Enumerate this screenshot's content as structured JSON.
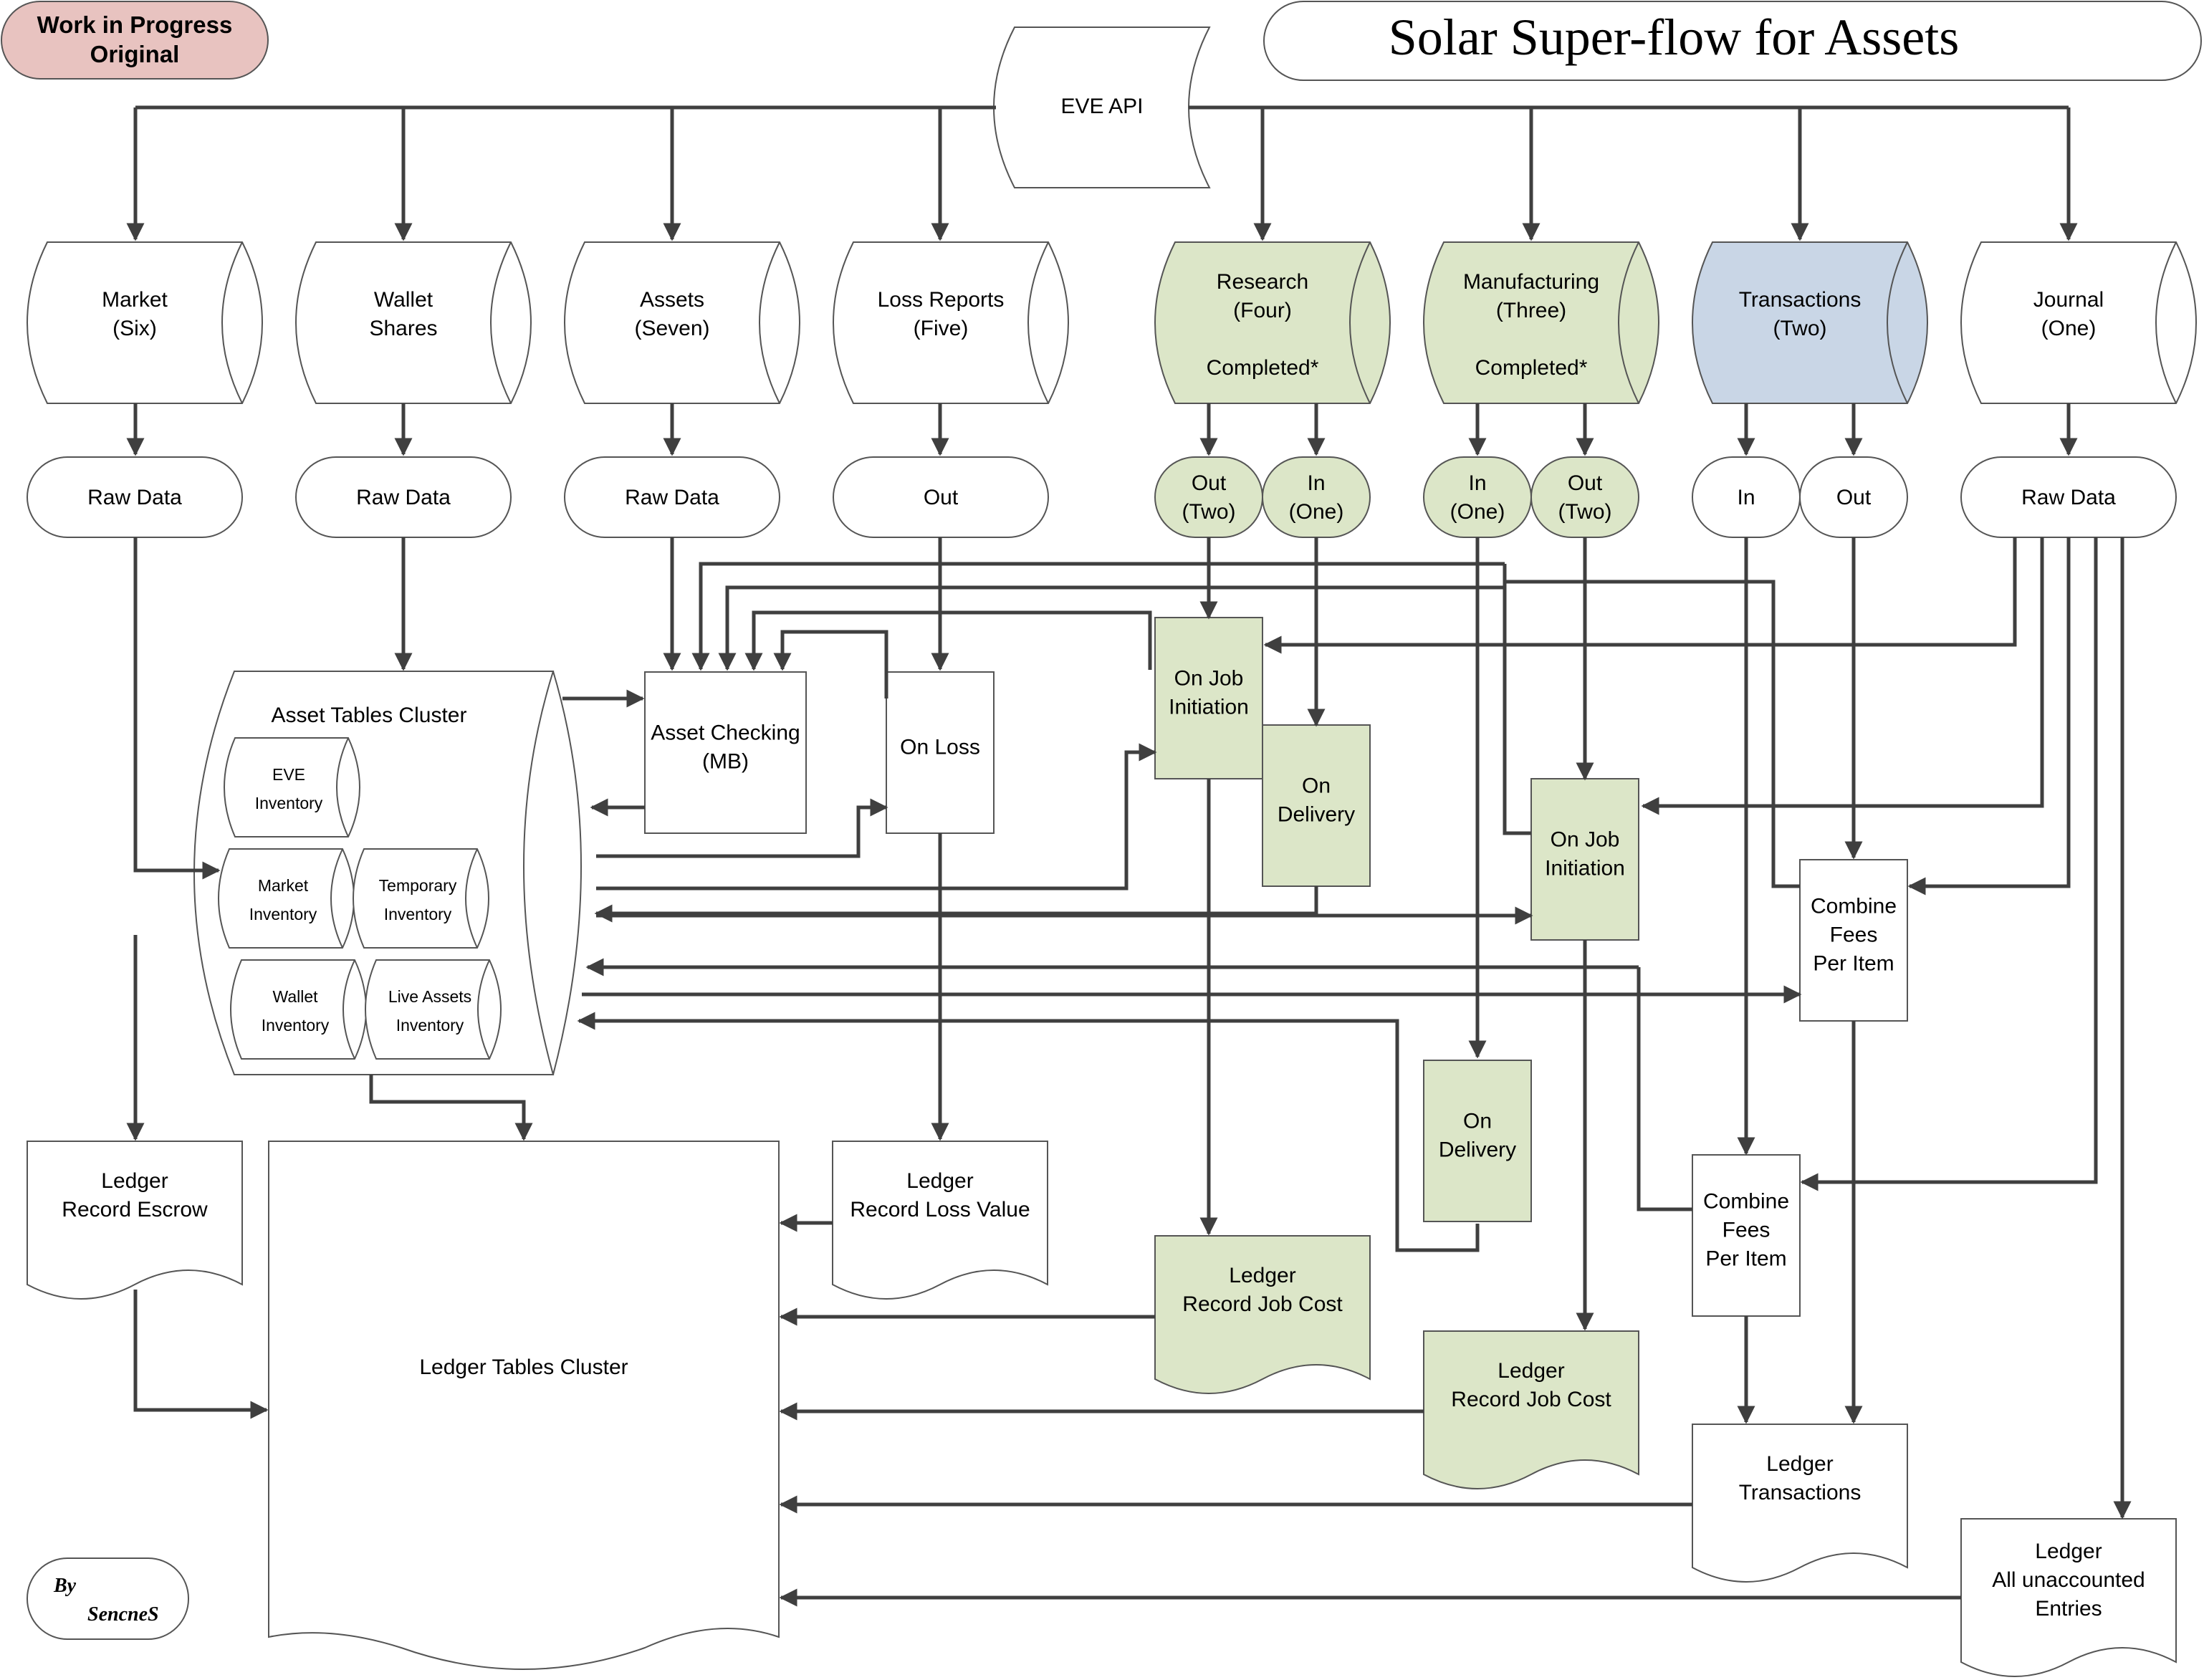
{
  "title": "Solar Super-flow for Assets",
  "status_badge": [
    "Work in Progress",
    "Original"
  ],
  "signature": {
    "by": "By",
    "name": "SencneS"
  },
  "colors": {
    "green_fill": "#dce6c8",
    "blue_fill": "#c9d6e6",
    "status_fill": "#e8c3c0",
    "line": "#3f3f3f",
    "border": "#555555"
  },
  "source": {
    "label": "EVE API"
  },
  "api_tables": [
    {
      "id": "market",
      "lines": [
        "Market",
        "(Six)"
      ],
      "fill": "white"
    },
    {
      "id": "wallet",
      "lines": [
        "Wallet",
        "Shares"
      ],
      "fill": "white"
    },
    {
      "id": "assets",
      "lines": [
        "Assets",
        "(Seven)"
      ],
      "fill": "white"
    },
    {
      "id": "loss",
      "lines": [
        "Loss Reports",
        "(Five)"
      ],
      "fill": "white"
    },
    {
      "id": "research",
      "lines": [
        "Research",
        "(Four)",
        "",
        "Completed*"
      ],
      "fill": "green"
    },
    {
      "id": "manufacturing",
      "lines": [
        "Manufacturing",
        "(Three)",
        "",
        "Completed*"
      ],
      "fill": "green"
    },
    {
      "id": "transactions",
      "lines": [
        "Transactions",
        "(Two)"
      ],
      "fill": "blue"
    },
    {
      "id": "journal",
      "lines": [
        "Journal",
        "(One)"
      ],
      "fill": "white"
    }
  ],
  "terminators": [
    {
      "id": "market-raw",
      "lines": [
        "Raw Data"
      ],
      "fill": "white"
    },
    {
      "id": "wallet-raw",
      "lines": [
        "Raw Data"
      ],
      "fill": "white"
    },
    {
      "id": "assets-raw",
      "lines": [
        "Raw Data"
      ],
      "fill": "white"
    },
    {
      "id": "loss-out",
      "lines": [
        "Out"
      ],
      "fill": "white"
    },
    {
      "id": "research-out",
      "lines": [
        "Out",
        "(Two)"
      ],
      "fill": "green"
    },
    {
      "id": "research-in",
      "lines": [
        "In",
        "(One)"
      ],
      "fill": "green"
    },
    {
      "id": "manufacturing-in",
      "lines": [
        "In",
        "(One)"
      ],
      "fill": "green"
    },
    {
      "id": "manufacturing-out",
      "lines": [
        "Out",
        "(Two)"
      ],
      "fill": "green"
    },
    {
      "id": "transactions-in",
      "lines": [
        "In"
      ],
      "fill": "white"
    },
    {
      "id": "transactions-out",
      "lines": [
        "Out"
      ],
      "fill": "white"
    },
    {
      "id": "journal-raw",
      "lines": [
        "Raw Data"
      ],
      "fill": "white"
    }
  ],
  "asset_cluster": {
    "title": "Asset Tables Cluster",
    "tables": [
      {
        "id": "eve-inventory",
        "lines": [
          "EVE",
          "Inventory"
        ]
      },
      {
        "id": "market-inventory",
        "lines": [
          "Market",
          "Inventory"
        ]
      },
      {
        "id": "temporary-inventory",
        "lines": [
          "Temporary",
          "Inventory"
        ]
      },
      {
        "id": "wallet-inventory",
        "lines": [
          "Wallet",
          "Inventory"
        ]
      },
      {
        "id": "live-assets-inventory",
        "lines": [
          "Live Assets",
          "Inventory"
        ]
      }
    ]
  },
  "processes": [
    {
      "id": "asset-checking",
      "lines": [
        "Asset Checking",
        "(MB)"
      ],
      "fill": "white"
    },
    {
      "id": "on-loss",
      "lines": [
        "On Loss"
      ],
      "fill": "white"
    },
    {
      "id": "research-on-job-initiation",
      "lines": [
        "On Job",
        "Initiation"
      ],
      "fill": "green"
    },
    {
      "id": "research-on-delivery",
      "lines": [
        "On",
        "Delivery"
      ],
      "fill": "green"
    },
    {
      "id": "manufacturing-on-job-initiation",
      "lines": [
        "On Job",
        "Initiation"
      ],
      "fill": "green"
    },
    {
      "id": "manufacturing-on-delivery",
      "lines": [
        "On",
        "Delivery"
      ],
      "fill": "green"
    },
    {
      "id": "combine-fees-out",
      "lines": [
        "Combine",
        "Fees",
        "Per Item"
      ],
      "fill": "white"
    },
    {
      "id": "combine-fees-in",
      "lines": [
        "Combine",
        "Fees",
        "Per Item"
      ],
      "fill": "white"
    }
  ],
  "ledger_cluster": {
    "label": "Ledger Tables Cluster"
  },
  "ledger_documents": [
    {
      "id": "ledger-record-escrow",
      "lines": [
        "Ledger",
        "Record Escrow"
      ],
      "fill": "white"
    },
    {
      "id": "ledger-record-loss-value",
      "lines": [
        "Ledger",
        "Record Loss Value"
      ],
      "fill": "white"
    },
    {
      "id": "ledger-research-job-cost",
      "lines": [
        "Ledger",
        "Record Job Cost"
      ],
      "fill": "green"
    },
    {
      "id": "ledger-manufacturing-job-cost",
      "lines": [
        "Ledger",
        "Record Job Cost"
      ],
      "fill": "green"
    },
    {
      "id": "ledger-transactions",
      "lines": [
        "Ledger",
        "Transactions"
      ],
      "fill": "white"
    },
    {
      "id": "ledger-unaccounted",
      "lines": [
        "Ledger",
        "All unaccounted",
        "Entries"
      ],
      "fill": "white"
    }
  ]
}
